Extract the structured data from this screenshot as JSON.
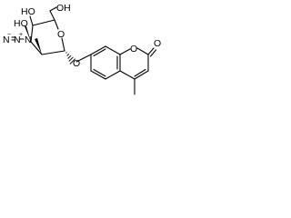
{
  "atoms": {
    "ho_top": "HO",
    "oh_top": "OH",
    "ho_left": "HO",
    "n1": "N",
    "n2": "N",
    "n3": "N",
    "ring_o": "O",
    "glyco_o": "O",
    "coumarin_o": "O",
    "carbonyl_o": "O"
  },
  "charges": {
    "n2": "+",
    "n3": "−"
  }
}
